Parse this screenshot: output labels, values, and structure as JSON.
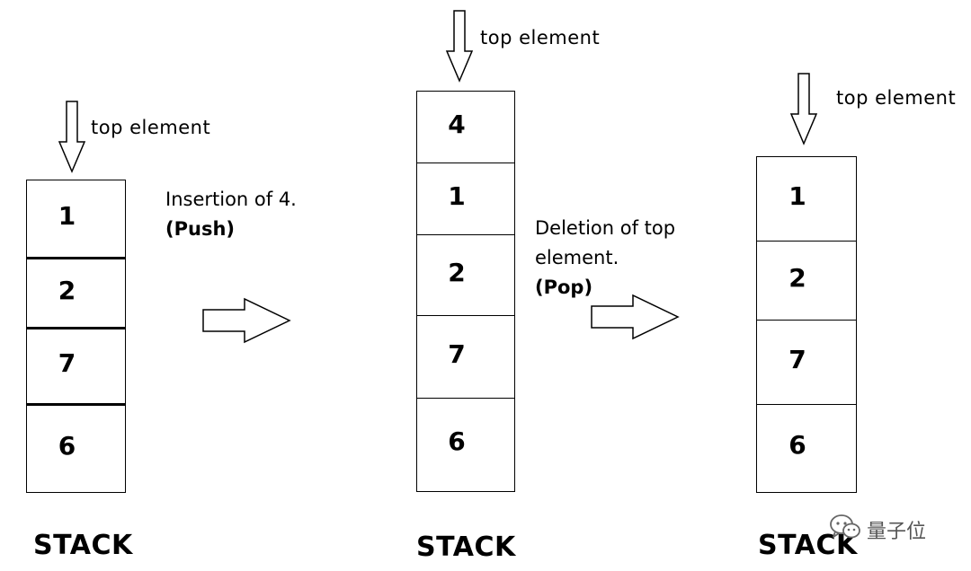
{
  "stacks": [
    {
      "pointer_label": "top element",
      "cells": [
        "1",
        "2",
        "7",
        "6"
      ],
      "caption": "STACK"
    },
    {
      "pointer_label": "top element",
      "cells": [
        "4",
        "1",
        "2",
        "7",
        "6"
      ],
      "caption": "STACK"
    },
    {
      "pointer_label": "top element",
      "cells": [
        "1",
        "2",
        "7",
        "6"
      ],
      "caption": "STACK"
    }
  ],
  "operations": [
    {
      "lines": [
        "Insertion of 4."
      ],
      "name": "(Push)"
    },
    {
      "lines": [
        "Deletion of top",
        "element."
      ],
      "name": "(Pop)"
    }
  ],
  "watermark": {
    "text": "量子位",
    "icon": "wechat-icon"
  }
}
